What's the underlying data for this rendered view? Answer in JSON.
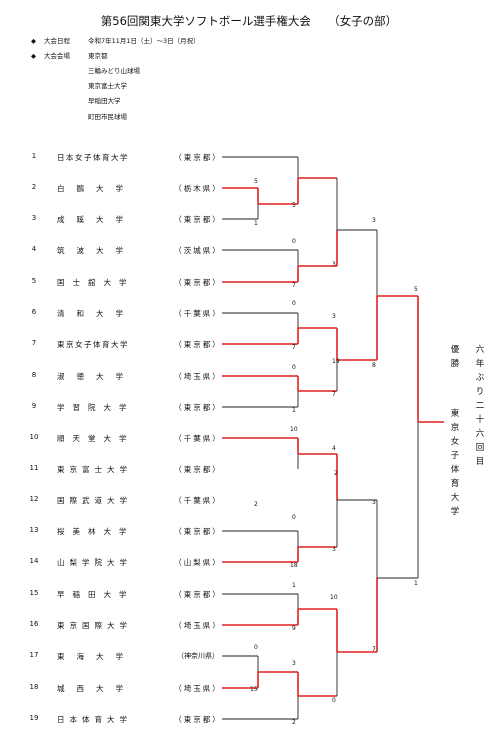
{
  "title": "第56回関東大学ソフトボール選手権大会　　（女子の部）",
  "info": {
    "bullet": "◆",
    "date_label": "大会日程",
    "date_value": "令和7年11月1日（土）～3日（月祝）",
    "venue_label": "大会会場",
    "venues": [
      "東京都",
      "三輪みどり山球場",
      "東京富士大学",
      "早稲田大学",
      "町田市民球場"
    ]
  },
  "teams": [
    {
      "no": "1",
      "name": "日本女子体育大学",
      "pref": "（東京都）"
    },
    {
      "no": "2",
      "name": "白鷗大学",
      "pref": "（栃木県）"
    },
    {
      "no": "3",
      "name": "成蹊大学",
      "pref": "（東京都）"
    },
    {
      "no": "4",
      "name": "筑波大学",
      "pref": "（茨城県）"
    },
    {
      "no": "5",
      "name": "国士舘大学",
      "pref": "（東京都）"
    },
    {
      "no": "6",
      "name": "清和大学",
      "pref": "（千葉県）"
    },
    {
      "no": "7",
      "name": "東京女子体育大学",
      "pref": "（東京都）"
    },
    {
      "no": "8",
      "name": "淑徳大学",
      "pref": "（埼玉県）"
    },
    {
      "no": "9",
      "name": "学習院大学",
      "pref": "（東京都）"
    },
    {
      "no": "10",
      "name": "順天堂大学",
      "pref": "（千葉県）"
    },
    {
      "no": "11",
      "name": "東京富士大学",
      "pref": "（東京都）"
    },
    {
      "no": "12",
      "name": "国際武道大学",
      "pref": "（千葉県）"
    },
    {
      "no": "13",
      "name": "桜美林大学",
      "pref": "（東京都）"
    },
    {
      "no": "14",
      "name": "山梨学院大学",
      "pref": "（山梨県）"
    },
    {
      "no": "15",
      "name": "早稲田大学",
      "pref": "（東京都）"
    },
    {
      "no": "16",
      "name": "東京国際大学",
      "pref": "（埼玉県）"
    },
    {
      "no": "17",
      "name": "東海大学",
      "pref": "（神奈川県）"
    },
    {
      "no": "18",
      "name": "城西大学",
      "pref": "（埼玉県）"
    },
    {
      "no": "19",
      "name": "日本体育大学",
      "pref": "（東京都）"
    }
  ],
  "scores": [
    "5",
    "5",
    "1",
    "2",
    "0",
    "7",
    "3",
    "0",
    "7",
    "3",
    "19",
    "0",
    "1",
    "8",
    "7",
    "2",
    "10",
    "4",
    "3",
    "0",
    "18",
    "3",
    "1",
    "9",
    "10",
    "0",
    "15",
    "3",
    "2",
    "0",
    "7",
    "3",
    "1",
    "5"
  ],
  "champion": {
    "label": "優勝",
    "name": "東京女子体育大学",
    "note": "六年ぶり二十六回目"
  },
  "colors": {
    "win": "#e02020",
    "line": "#222222"
  }
}
